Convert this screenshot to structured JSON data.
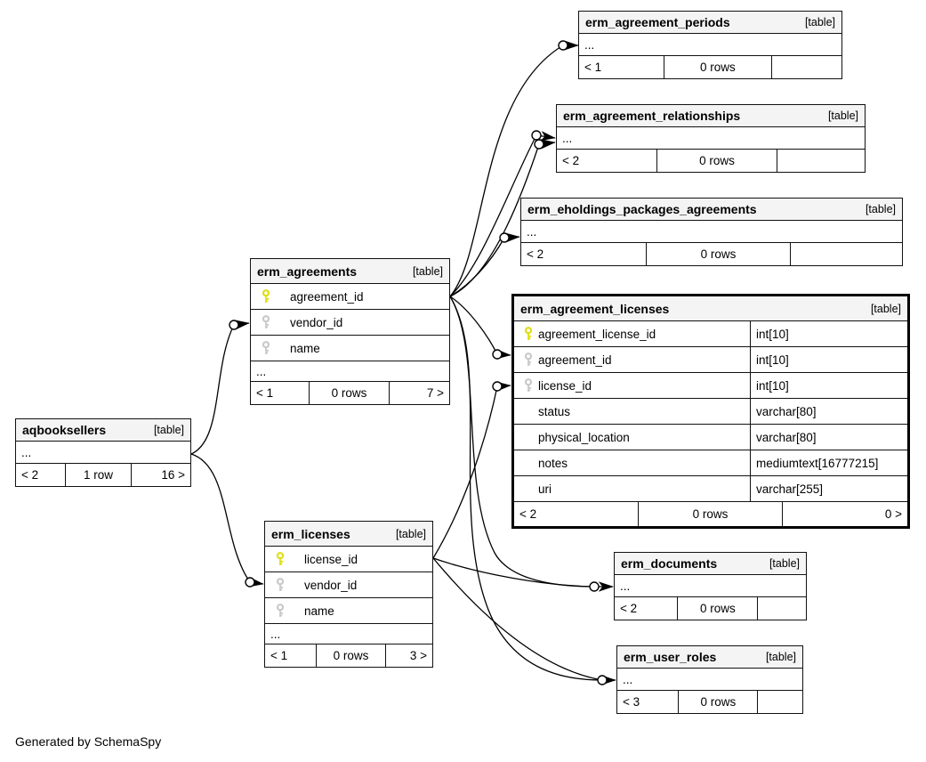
{
  "note": "Generated by SchemaSpy",
  "tables": {
    "erm_agreement_periods": {
      "title": "erm_agreement_periods",
      "tag": "[table]",
      "ellipsis": "...",
      "footer": {
        "left": "< 1",
        "center": "0 rows",
        "right": ""
      }
    },
    "erm_agreement_relationships": {
      "title": "erm_agreement_relationships",
      "tag": "[table]",
      "ellipsis": "...",
      "footer": {
        "left": "< 2",
        "center": "0 rows",
        "right": ""
      }
    },
    "erm_eholdings_packages_agreements": {
      "title": "erm_eholdings_packages_agreements",
      "tag": "[table]",
      "ellipsis": "...",
      "footer": {
        "left": "< 2",
        "center": "0 rows",
        "right": ""
      }
    },
    "erm_agreement_licenses": {
      "title": "erm_agreement_licenses",
      "tag": "[table]",
      "columns": [
        {
          "name": "agreement_license_id",
          "type": "int[10]",
          "key": "primary"
        },
        {
          "name": "agreement_id",
          "type": "int[10]",
          "key": "foreign"
        },
        {
          "name": "license_id",
          "type": "int[10]",
          "key": "foreign"
        },
        {
          "name": "status",
          "type": "varchar[80]",
          "key": ""
        },
        {
          "name": "physical_location",
          "type": "varchar[80]",
          "key": ""
        },
        {
          "name": "notes",
          "type": "mediumtext[16777215]",
          "key": ""
        },
        {
          "name": "uri",
          "type": "varchar[255]",
          "key": ""
        }
      ],
      "footer": {
        "left": "< 2",
        "center": "0 rows",
        "right": "0 >"
      }
    },
    "erm_agreements": {
      "title": "erm_agreements",
      "tag": "[table]",
      "ellipsis": "...",
      "columns": [
        {
          "name": "agreement_id",
          "key": "primary"
        },
        {
          "name": "vendor_id",
          "key": "foreign"
        },
        {
          "name": "name",
          "key": "foreign"
        }
      ],
      "footer": {
        "left": "< 1",
        "center": "0 rows",
        "right": "7 >"
      }
    },
    "aqbooksellers": {
      "title": "aqbooksellers",
      "tag": "[table]",
      "ellipsis": "...",
      "footer": {
        "left": "< 2",
        "center": "1 row",
        "right": "16 >"
      }
    },
    "erm_licenses": {
      "title": "erm_licenses",
      "tag": "[table]",
      "ellipsis": "...",
      "columns": [
        {
          "name": "license_id",
          "key": "primary"
        },
        {
          "name": "vendor_id",
          "key": "foreign"
        },
        {
          "name": "name",
          "key": "foreign"
        }
      ],
      "footer": {
        "left": "< 1",
        "center": "0 rows",
        "right": "3 >"
      }
    },
    "erm_documents": {
      "title": "erm_documents",
      "tag": "[table]",
      "ellipsis": "...",
      "footer": {
        "left": "< 2",
        "center": "0 rows",
        "right": ""
      }
    },
    "erm_user_roles": {
      "title": "erm_user_roles",
      "tag": "[table]",
      "ellipsis": "...",
      "footer": {
        "left": "< 3",
        "center": "0 rows",
        "right": ""
      }
    }
  },
  "relationships": [
    {
      "from": "erm_agreements.agreement_id",
      "to": "erm_agreement_periods"
    },
    {
      "from": "erm_agreements.agreement_id",
      "to": "erm_agreement_relationships"
    },
    {
      "from": "erm_agreements.agreement_id",
      "to": "erm_agreement_relationships"
    },
    {
      "from": "erm_agreements.agreement_id",
      "to": "erm_eholdings_packages_agreements"
    },
    {
      "from": "erm_agreements.agreement_id",
      "to": "erm_agreement_licenses.agreement_id"
    },
    {
      "from": "erm_agreements.agreement_id",
      "to": "erm_documents"
    },
    {
      "from": "erm_agreements.agreement_id",
      "to": "erm_user_roles"
    },
    {
      "from": "erm_licenses.license_id",
      "to": "erm_agreement_licenses.license_id"
    },
    {
      "from": "erm_licenses.license_id",
      "to": "erm_documents"
    },
    {
      "from": "erm_licenses.license_id",
      "to": "erm_user_roles"
    },
    {
      "from": "aqbooksellers",
      "to": "erm_agreements.vendor_id"
    },
    {
      "from": "aqbooksellers",
      "to": "erm_licenses.vendor_id"
    }
  ]
}
